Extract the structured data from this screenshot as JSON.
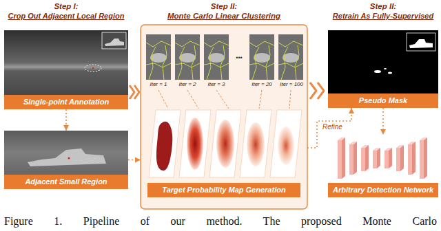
{
  "diagram": {
    "caption": "Figure 1. Pipeline of our method. The proposed Monte Carlo",
    "nodes": [
      {
        "text": [
          "Single-point Annotation"
        ]
      },
      {
        "text": [
          "Adjacent Small Region"
        ]
      },
      {
        "text": [
          "Step II:",
          "Monte Carlo Linear Clustering"
        ]
      },
      {
        "text": [
          "Target Probability Map Generation"
        ],
        "in": 2
      },
      {
        "text": [
          "Pseudo Mask"
        ]
      },
      {
        "text": [
          "Arbitrary Detection Network"
        ]
      }
    ],
    "edges": [
      {
        "from": 0,
        "to": 1,
        "arrow": "to"
      },
      {
        "from": 1,
        "to": 2,
        "arrow": "to"
      },
      {
        "from": 2,
        "to": 4,
        "label": "Refine",
        "arrow": "to"
      },
      {
        "from": 4,
        "to": 5,
        "arrow": "to"
      }
    ],
    "labels": [
      "Step I:",
      "Crop Out Adjacent Local Region",
      "Iter = 1",
      "Iter = 2",
      "Iter = 3",
      "•••",
      "Iter = 20",
      "Iter = 100",
      "Step II:",
      "Retrain As Fully-Supervised"
    ]
  }
}
